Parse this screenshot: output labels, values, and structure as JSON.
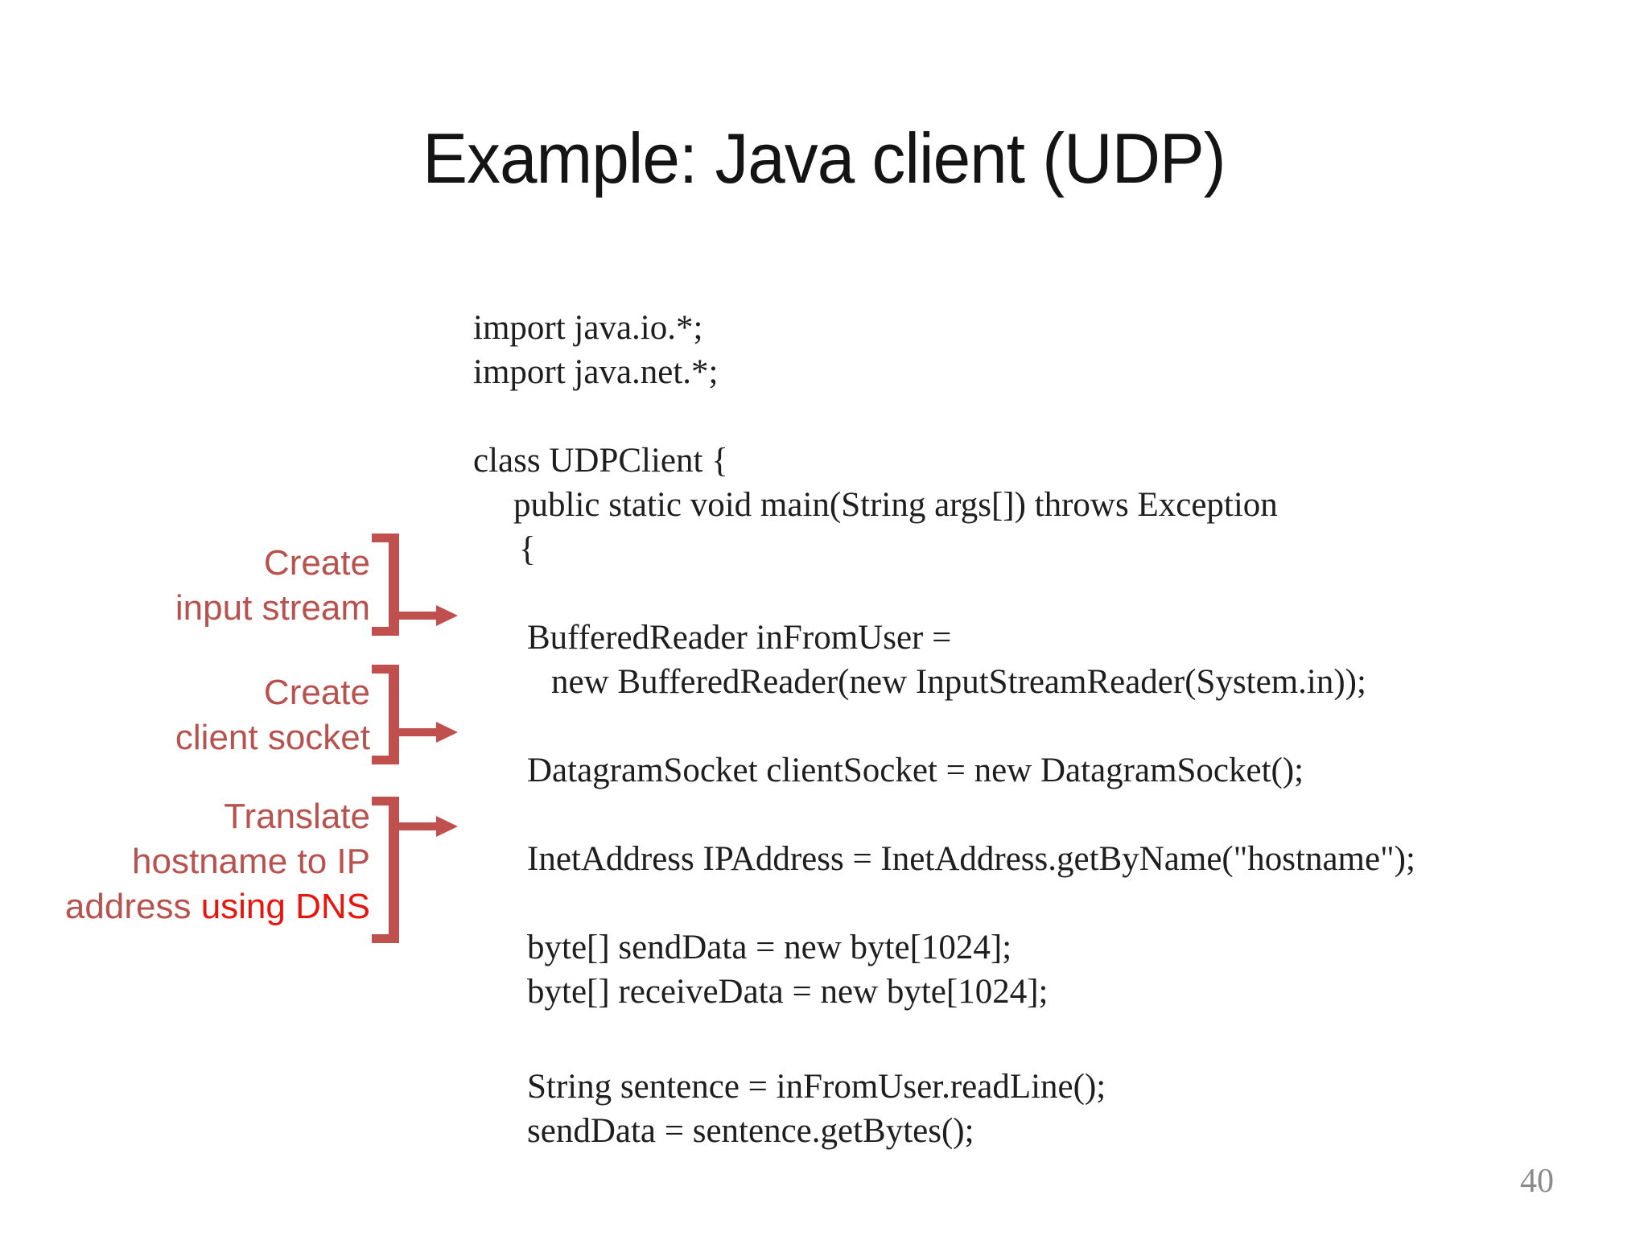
{
  "slide": {
    "title": "Example: Java client (UDP)",
    "page_number": "40",
    "colors": {
      "annotation_red": "#b8524e",
      "bracket_red": "#c0504d",
      "highlight_red": "#e9150d",
      "code_text": "#1e1e1e",
      "page_number_gray": "#8a8a8a",
      "background": "#ffffff"
    },
    "code": {
      "lines": [
        "import java.io.*;",
        "import java.net.*;",
        "",
        "class UDPClient {",
        "public static void main(String args[]) throws Exception",
        "{",
        "",
        "BufferedReader inFromUser =",
        "new BufferedReader(new InputStreamReader(System.in));",
        "",
        "DatagramSocket clientSocket = new DatagramSocket();",
        "",
        "InetAddress IPAddress = InetAddress.getByName(\"hostname\");",
        "",
        "byte[] sendData = new byte[1024];",
        "byte[] receiveData = new byte[1024];",
        "",
        "String sentence = inFromUser.readLine();",
        "sendData = sentence.getBytes();"
      ]
    },
    "annotations": [
      {
        "line1": "Create",
        "line2": "input stream"
      },
      {
        "line1": "Create",
        "line2": "client socket"
      },
      {
        "line1": "Translate",
        "line2": "hostname to IP",
        "line3_prefix": "address ",
        "line3_highlight": "using DNS"
      }
    ]
  }
}
